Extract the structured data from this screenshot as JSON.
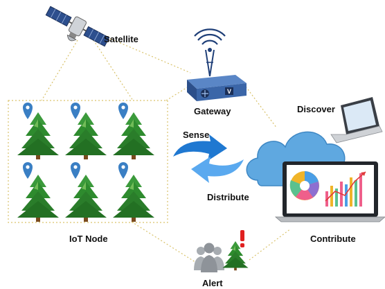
{
  "labels": {
    "satellite": "Satellite",
    "gateway": "Gateway",
    "discover": "Discover",
    "sense": "Sense",
    "distribute": "Distribute",
    "iot_node": "IoT Node",
    "contribute": "Contribute",
    "alert": "Alert"
  },
  "icons": [
    "satellite-icon",
    "gateway-router-icon",
    "cloud-icon",
    "laptop-icon",
    "dashboard-laptop-icon",
    "sync-arrows-icon",
    "pine-tree-icon",
    "location-pin-icon",
    "people-icon",
    "alert-exclamation-icon"
  ],
  "colors": {
    "tree_green": "#2e8b2e",
    "pin_blue": "#3a7fc4",
    "cloud_blue": "#5fa8e0",
    "arrow_blue": "#1f78d1",
    "dotted_line": "#d9c26a",
    "alert_red": "#e02020"
  }
}
